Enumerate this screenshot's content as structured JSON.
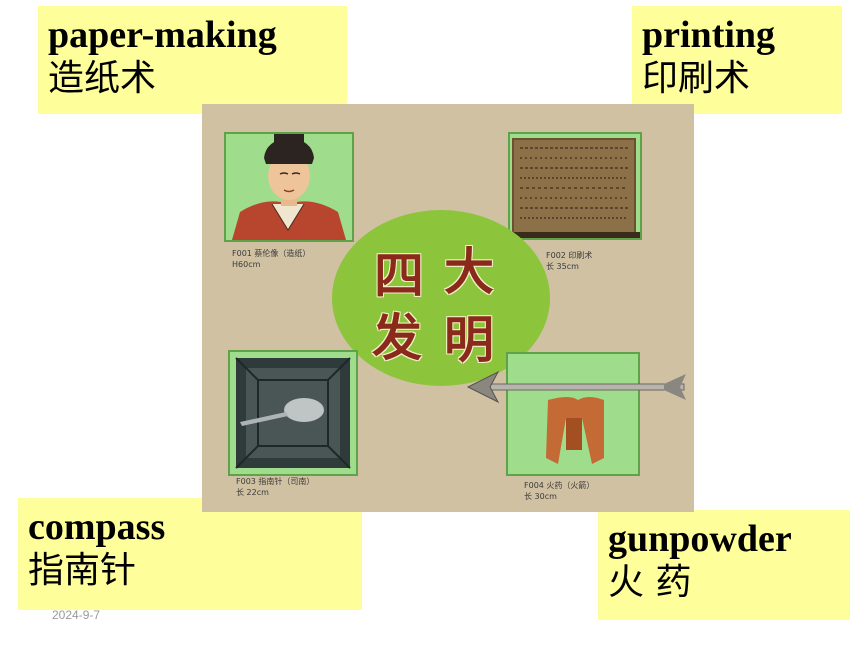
{
  "labels": {
    "paper_making": {
      "en": "paper-making",
      "zh": "造纸术"
    },
    "printing": {
      "en": "printing",
      "zh": "印刷术"
    },
    "compass": {
      "en": "compass",
      "zh": "指南针"
    },
    "gunpowder": {
      "en": "gunpowder",
      "zh": "火 药"
    }
  },
  "poster": {
    "title_chars": [
      "四",
      "大",
      "发",
      "明"
    ],
    "captions": {
      "paper": "F001 蔡伦像（造纸）\nH60cm",
      "printing": "F002 印刷术\n长 35cm",
      "compass": "F003 指南针（司南）\n长 22cm",
      "gunpowder": "F004 火药（火箭）\n长 30cm"
    }
  },
  "footer": {
    "date": "2024-9-7"
  },
  "colors": {
    "label_bg": "#fefe9a",
    "poster_bg": "#cfc1a2",
    "circle": "#8cc43c",
    "frame": "#9fdc8c"
  }
}
